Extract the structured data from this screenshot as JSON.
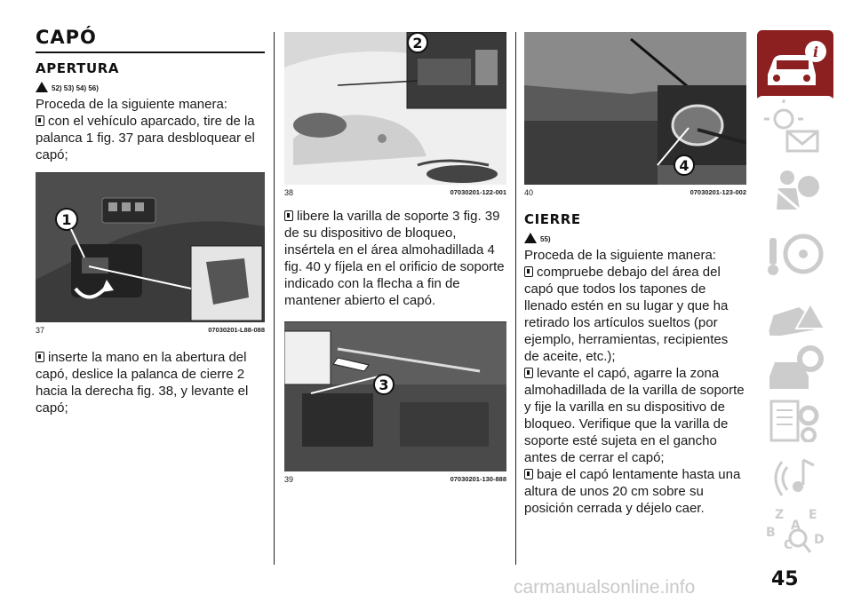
{
  "section_title": "CAPÓ",
  "apertura": {
    "heading": "APERTURA",
    "warning_refs": "52) 53) 54) 56)",
    "intro": "Proceda de la siguiente manera:",
    "step1": "con el vehículo aparcado, tire de la palanca 1 fig. 37 para desbloquear el capó;",
    "step2": "inserte la mano en la abertura del capó, deslice la palanca de cierre 2 hacia la derecha fig. 38, y levante el capó;",
    "step3": "libere la varilla de soporte 3 fig. 39 de su dispositivo de bloqueo, insértela en el área almohadillada 4 fig. 40 y fíjela en el orificio de soporte indicado con la flecha a fin de mantener abierto el capó."
  },
  "figures": {
    "f37": {
      "num": "37",
      "code": "07030201-L88-088",
      "callout": "1"
    },
    "f38": {
      "num": "38",
      "code": "07030201-122-001",
      "callout": "2"
    },
    "f39": {
      "num": "39",
      "code": "07030201-130-888",
      "callout": "3"
    },
    "f40": {
      "num": "40",
      "code": "07030201-123-002",
      "callout": "4"
    }
  },
  "cierre": {
    "heading": "CIERRE",
    "warning_refs": "55)",
    "intro": "Proceda de la siguiente manera:",
    "step1": "compruebe debajo del área del capó que todos los tapones de llenado estén en su lugar y que ha retirado los artículos sueltos (por ejemplo, herramientas, recipientes de aceite, etc.);",
    "step2": "levante el capó, agarre la zona almohadillada de la varilla de soporte y fije la varilla en su dispositivo de bloqueo. Verifique que la varilla de soporte esté sujeta en el gancho antes de cerrar el capó;",
    "step3": "baje el capó lentamente hasta una altura de unos 20 cm sobre su posición cerrada y déjelo caer."
  },
  "sidebar": {
    "tabs": [
      {
        "icon": "car-info-icon",
        "active": true
      },
      {
        "icon": "dashboard-warning-icon",
        "active": false
      },
      {
        "icon": "safety-airbag-icon",
        "active": false
      },
      {
        "icon": "key-steering-icon",
        "active": false
      },
      {
        "icon": "emergency-icon",
        "active": false
      },
      {
        "icon": "maintenance-icon",
        "active": false
      },
      {
        "icon": "specs-settings-icon",
        "active": false
      },
      {
        "icon": "multimedia-icon",
        "active": false
      },
      {
        "icon": "index-search-icon",
        "active": false
      }
    ],
    "index_letters": [
      "Z",
      "E",
      "A",
      "B",
      "C",
      "D"
    ]
  },
  "page_number": "45",
  "watermark": "carmanualsonline.info"
}
